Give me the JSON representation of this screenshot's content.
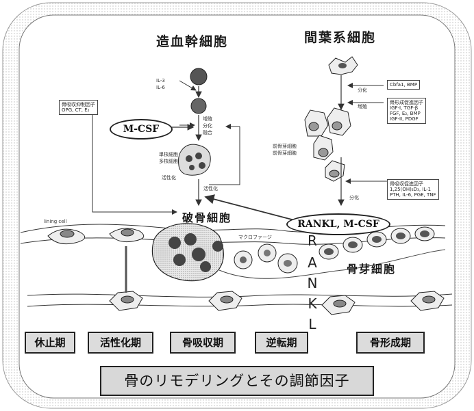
{
  "headings": {
    "hematopoietic": "造血幹細胞",
    "mesenchymal": "間葉系細胞",
    "osteoclast": "破骨細胞",
    "osteoblast": "骨芽細胞"
  },
  "labels": {
    "mcsf": "M-CSF",
    "rankl_mcsf": "RANKL, M-CSF",
    "left_box_line1": "骨吸収抑制因子",
    "left_box_line2": "OPG, CT, E₂",
    "growth_box": [
      "骨形成促進因子",
      "IGF-I, TGF-β",
      "FGF, E₂, BMP",
      "IGF-II, PDGF"
    ],
    "resorb_box": [
      "骨吸収促進因子",
      "1,25(OH)₂D₃, IL-1",
      "PTH, IL-6, PGE, TNF"
    ],
    "cbfa1_box": "Cbfa1, BMP",
    "lining_cell": "lining cell",
    "macrophage": "マクロファージ",
    "il3": "IL-3",
    "il6": "IL-6",
    "prolif": "増殖",
    "diff": "分化",
    "fusion": "融合",
    "diff_left": "分化",
    "diff2": "増殖",
    "activation": "活性化",
    "activation2": "活性化",
    "mono": "単核細胞",
    "multi": "多核細胞",
    "preosteo1": "前骨芽細胞",
    "preosteo2": "前骨芽細胞",
    "diff3": "分化"
  },
  "rankl_letters": [
    "R",
    "A",
    "N",
    "K",
    "L"
  ],
  "phases": [
    "休止期",
    "活性化期",
    "骨吸収期",
    "逆転期",
    "骨形成期"
  ],
  "caption": "骨のリモデリングとその調節因子"
}
